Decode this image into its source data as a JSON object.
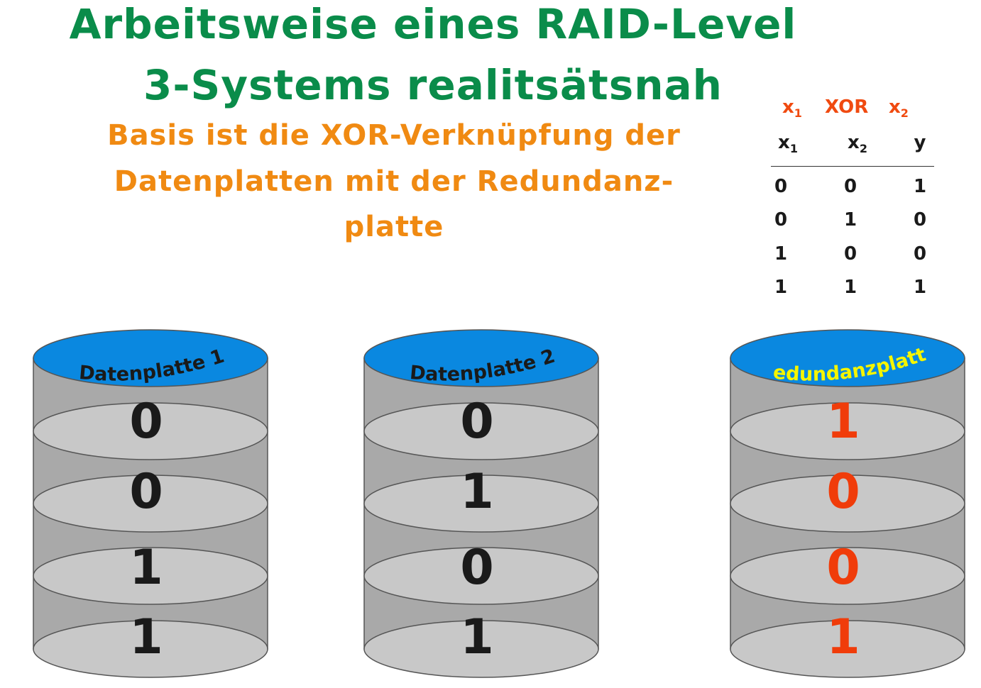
{
  "title": {
    "line1": "Arbeitsweise eines RAID-Level",
    "line2": "3-Systems realitsätsnah"
  },
  "subtitle": {
    "line1": "Basis ist die XOR-Verknüpfung der",
    "line2": "Datenplatten mit der Redundanz-",
    "line3": "platte"
  },
  "truth_table": {
    "operand1": "x",
    "operand1_sub": "1",
    "operator": "XOR",
    "operand2": "x",
    "operand2_sub": "2",
    "columns": [
      {
        "name": "x",
        "sub": "1"
      },
      {
        "name": "x",
        "sub": "2"
      },
      {
        "name": "y",
        "sub": ""
      }
    ],
    "rows": [
      [
        "0",
        "0",
        "1"
      ],
      [
        "0",
        "1",
        "0"
      ],
      [
        "1",
        "0",
        "0"
      ],
      [
        "1",
        "1",
        "1"
      ]
    ],
    "colors": {
      "header": "#f04a10",
      "cells": "#1a1a1a"
    }
  },
  "disks": [
    {
      "label": "Datenplatte 1",
      "label_color": "#1a1a1a",
      "bits": [
        "0",
        "0",
        "1",
        "1"
      ],
      "bit_color": "#1a1a1a"
    },
    {
      "label": "Datenplatte 2",
      "label_color": "#1a1a1a",
      "bits": [
        "0",
        "1",
        "0",
        "1"
      ],
      "bit_color": "#1a1a1a"
    },
    {
      "label": "Redundanzplatte",
      "label_color": "#f5f500",
      "bits": [
        "1",
        "0",
        "0",
        "1"
      ],
      "bit_color": "#f03c0a"
    }
  ],
  "colors": {
    "title": "#0a8c4a",
    "subtitle": "#f08a12",
    "disk_top": "#0a88e0",
    "disk_body": "#a9a9a9",
    "platter": "#c8c8c8"
  }
}
